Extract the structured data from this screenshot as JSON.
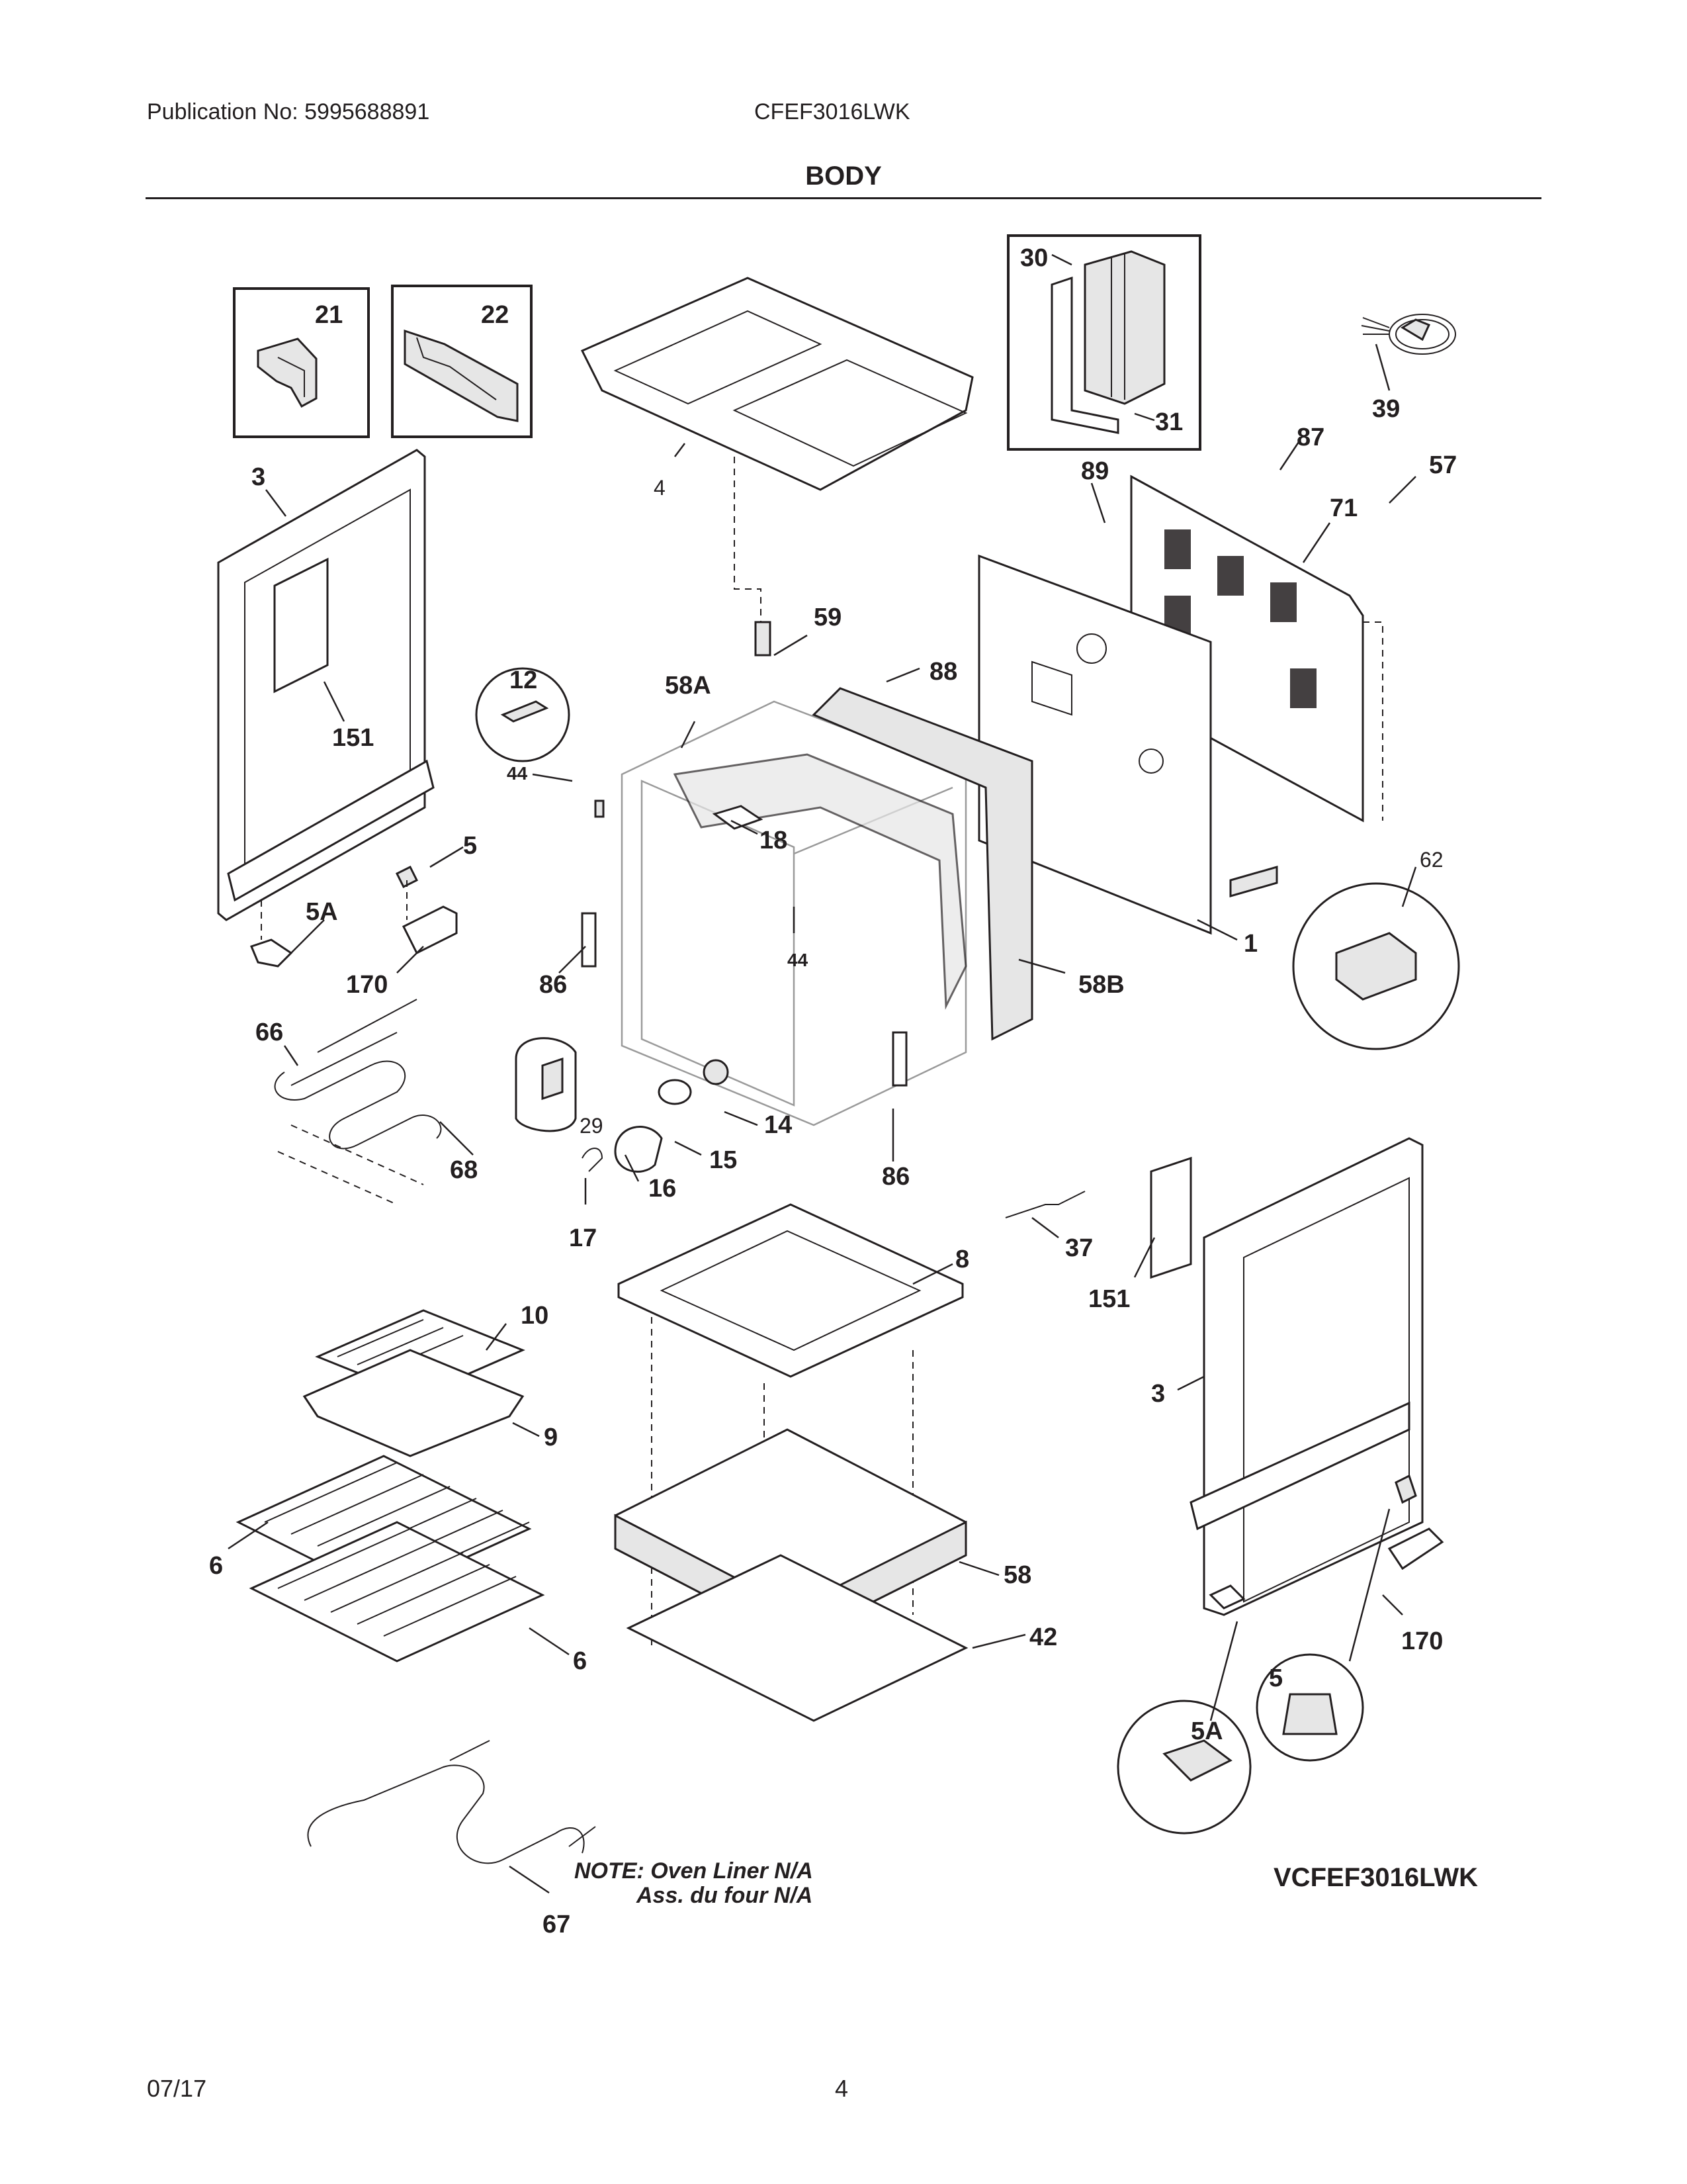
{
  "header": {
    "publication": "Publication No: 5995688891",
    "model": "CFEF3016LWK",
    "section_title": "BODY"
  },
  "footer": {
    "date": "07/17",
    "page": "4"
  },
  "note": {
    "line1": "NOTE: Oven Liner N/A",
    "line2": "Ass. du four N/A"
  },
  "diagram_code": "VCFEF3016LWK",
  "callouts": {
    "c21": "21",
    "c22": "22",
    "c30": "30",
    "c31": "31",
    "c39": "39",
    "c3_left": "3",
    "c4": "4",
    "c87": "87",
    "c57": "57",
    "c89": "89",
    "c71": "71",
    "c151_left": "151",
    "c12": "12",
    "c59": "59",
    "c58A": "58A",
    "c88": "88",
    "c44_left": "44",
    "c18": "18",
    "c5_left": "5",
    "c5A_left": "5A",
    "c170_left": "170",
    "c86_left": "86",
    "c44_right": "44",
    "c58B": "58B",
    "c62": "62",
    "c1": "1",
    "c66": "66",
    "c29": "29",
    "c14": "14",
    "c15": "15",
    "c68": "68",
    "c16": "16",
    "c86_right": "86",
    "c17": "17",
    "c8": "8",
    "c37": "37",
    "c151_right": "151",
    "c10": "10",
    "c9": "9",
    "c3_right": "3",
    "c6_top": "6",
    "c58": "58",
    "c6_bottom": "6",
    "c42": "42",
    "c170_right": "170",
    "c5_right": "5",
    "c5A_right": "5A",
    "c67": "67"
  }
}
